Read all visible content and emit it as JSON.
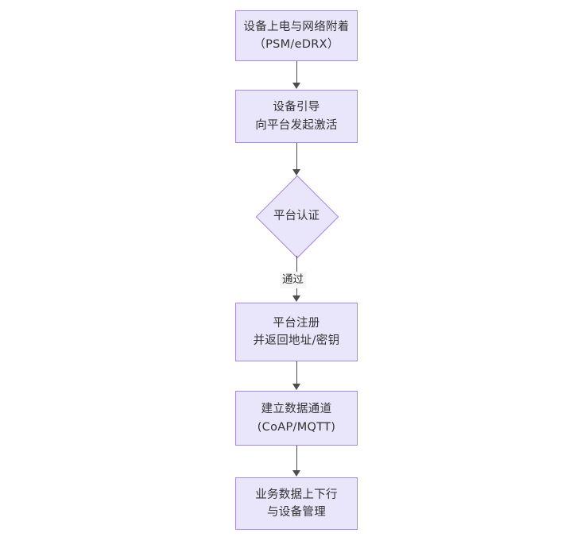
{
  "diagram": {
    "type": "flowchart",
    "orientation": "top-to-bottom",
    "title": "",
    "colors": {
      "node_fill": "#e9e6fb",
      "node_border": "#a987e0",
      "text": "#333333",
      "connector": "#4d4d4d",
      "edge_label_background": "#f7f7f7",
      "canvas": "#ffffff"
    },
    "nodes": [
      {
        "id": "n1",
        "shape": "process",
        "lines": [
          "设备上电与网络附着",
          "（PSM/eDRX）"
        ]
      },
      {
        "id": "n2",
        "shape": "process",
        "lines": [
          "设备引导",
          "向平台发起激活"
        ]
      },
      {
        "id": "n3",
        "shape": "decision",
        "lines": [
          "平台认证"
        ]
      },
      {
        "id": "n4",
        "shape": "process",
        "lines": [
          "平台注册",
          "并返回地址/密钥"
        ]
      },
      {
        "id": "n5",
        "shape": "process",
        "lines": [
          "建立数据通道",
          "(CoAP/MQTT)"
        ]
      },
      {
        "id": "n6",
        "shape": "process",
        "lines": [
          "业务数据上下行",
          "与设备管理"
        ]
      }
    ],
    "edges": [
      {
        "id": "e1",
        "from": "n1",
        "to": "n2",
        "label": ""
      },
      {
        "id": "e2",
        "from": "n2",
        "to": "n3",
        "label": ""
      },
      {
        "id": "e3",
        "from": "n3",
        "to": "n4",
        "label": "通过"
      },
      {
        "id": "e4",
        "from": "n4",
        "to": "n5",
        "label": ""
      },
      {
        "id": "e5",
        "from": "n5",
        "to": "n6",
        "label": ""
      }
    ]
  }
}
